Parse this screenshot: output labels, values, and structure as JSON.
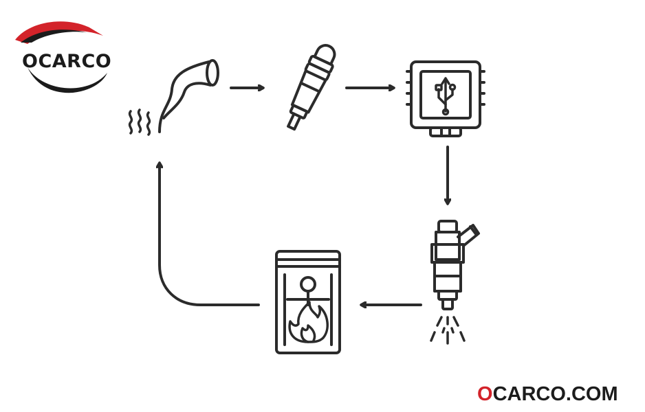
{
  "logo": {
    "text": "OCARCO",
    "accent_color": "#d3232a"
  },
  "footer": {
    "site_first": "O",
    "site_rest": "CARCO.COM",
    "accent_color": "#d3232a",
    "text_color": "#1c1c1c"
  },
  "diagram": {
    "nodes": [
      {
        "id": "air-intake",
        "icon": "intake-pipe-icon"
      },
      {
        "id": "sensor",
        "icon": "sensor-icon"
      },
      {
        "id": "ecu",
        "icon": "ecu-icon"
      },
      {
        "id": "injector",
        "icon": "fuel-injector-icon"
      },
      {
        "id": "combustion",
        "icon": "combustion-chamber-icon"
      }
    ],
    "edges": [
      {
        "from": "air-intake",
        "to": "sensor"
      },
      {
        "from": "sensor",
        "to": "ecu"
      },
      {
        "from": "ecu",
        "to": "injector"
      },
      {
        "from": "injector",
        "to": "combustion"
      },
      {
        "from": "combustion",
        "to": "air-intake"
      }
    ],
    "ink_color": "#2b2b2b"
  }
}
